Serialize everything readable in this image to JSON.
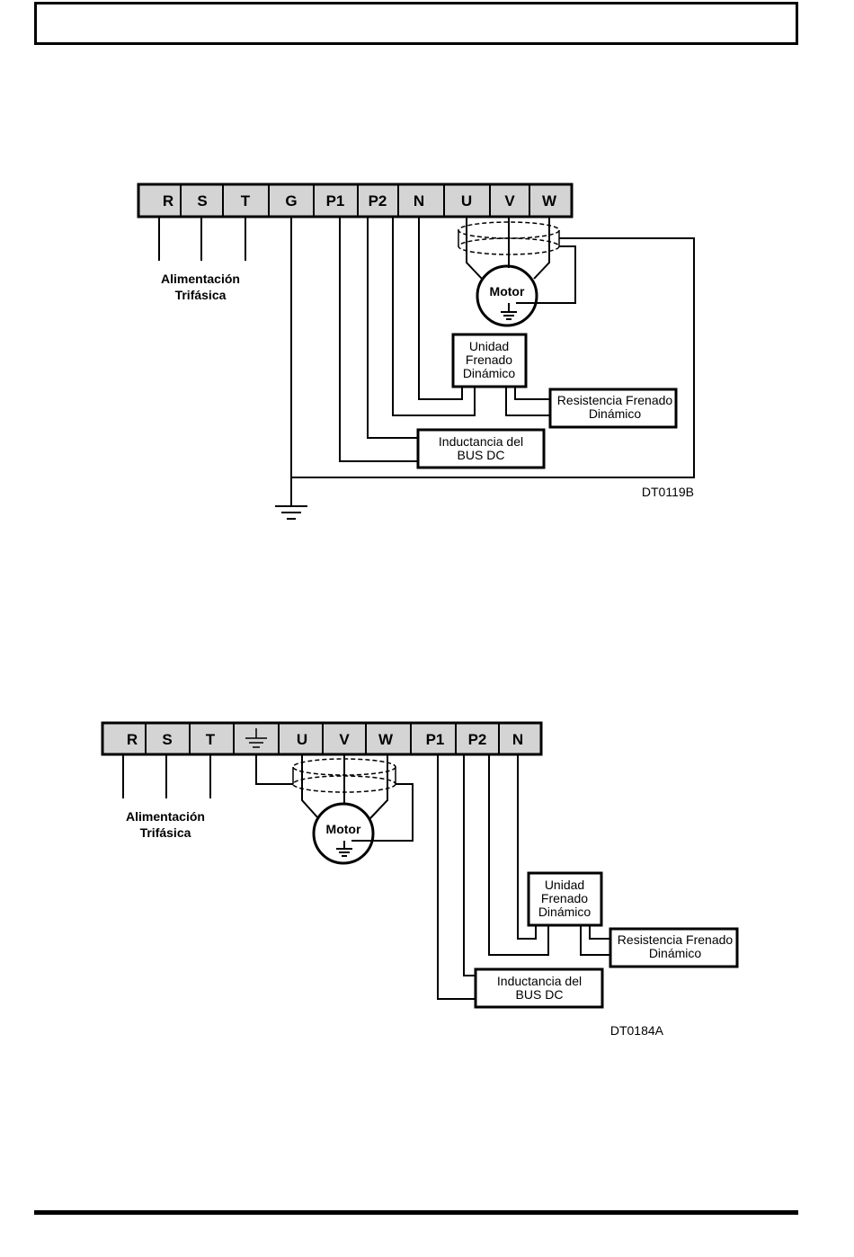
{
  "diagram_top": {
    "terminals": [
      "R",
      "S",
      "T",
      "G",
      "P1",
      "P2",
      "N",
      "U",
      "V",
      "W"
    ],
    "supply_label_line1": "Alimentación",
    "supply_label_line2": "Trifásica",
    "motor_label": "Motor",
    "brake_unit_line1": "Unidad",
    "brake_unit_line2": "Frenado",
    "brake_unit_line3": "Dinámico",
    "resistor_line1": "Resistencia Frenado",
    "resistor_line2": "Dinámico",
    "inductance_line1": "Inductancia del",
    "inductance_line2": "BUS DC",
    "code": "DT0119B"
  },
  "diagram_bottom": {
    "terminals": [
      "R",
      "S",
      "T",
      "ground-symbol",
      "U",
      "V",
      "W",
      "P1",
      "P2",
      "N"
    ],
    "supply_label_line1": "Alimentación",
    "supply_label_line2": "Trifásica",
    "motor_label": "Motor",
    "brake_unit_line1": "Unidad",
    "brake_unit_line2": "Frenado",
    "brake_unit_line3": "Dinámico",
    "resistor_line1": "Resistencia Frenado",
    "resistor_line2": "Dinámico",
    "inductance_line1": "Inductancia del",
    "inductance_line2": "BUS DC",
    "code": "DT0184A"
  },
  "colors": {
    "line": "#000000",
    "terminal_fill": "#d4d4d4"
  }
}
